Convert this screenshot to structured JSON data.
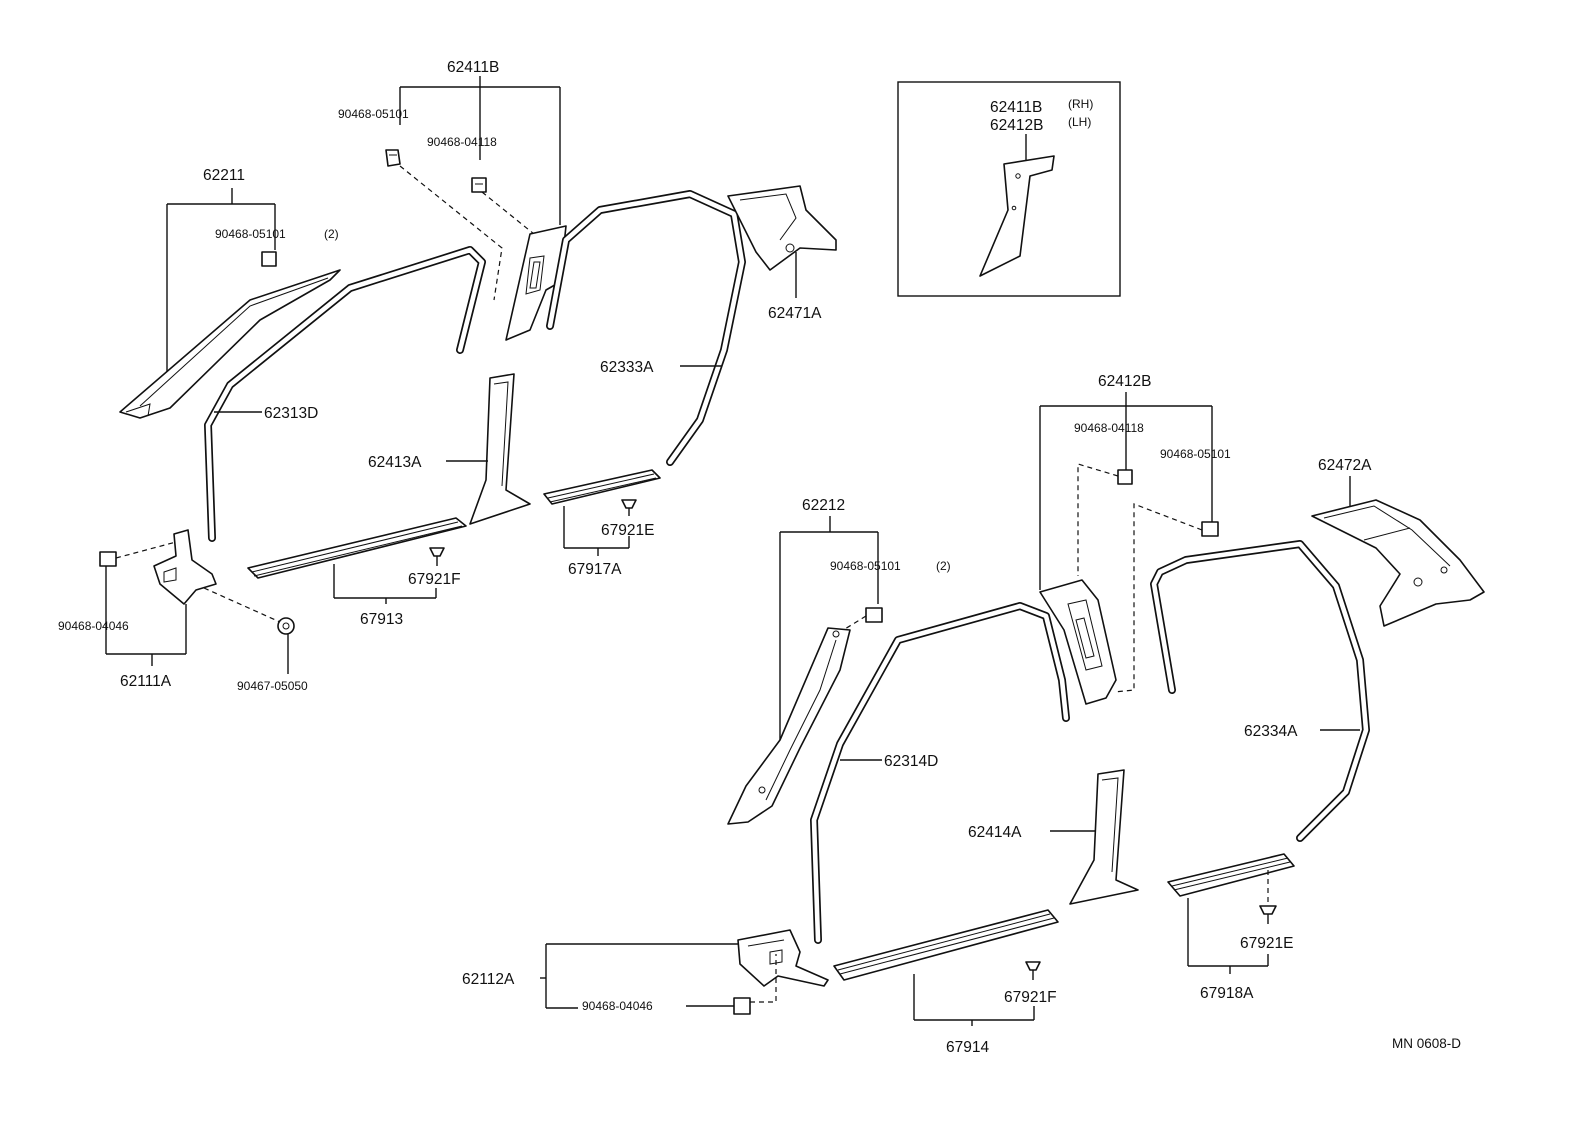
{
  "labels": {
    "p62411B_top": "62411B",
    "p90468_05101_top": "90468-05101",
    "p90468_04118_top": "90468-04118",
    "p62211": "62211",
    "p90468_05101_2_left": "90468-05101",
    "qty_2_left": "(2)",
    "p62313D": "62313D",
    "p62333A": "62333A",
    "p62471A": "62471A",
    "p62413A": "62413A",
    "p67921E_left": "67921E",
    "p67917A": "67917A",
    "p67921F_left": "67921F",
    "p67913": "67913",
    "p90468_04046_left": "90468-04046",
    "p62111A": "62111A",
    "p90467_05050": "90467-05050",
    "inset_p62411B": "62411B",
    "inset_rh": "(RH)",
    "inset_p62412B": "62412B",
    "inset_lh": "(LH)",
    "p62412B": "62412B",
    "p90468_04118_right": "90468-04118",
    "p90468_05101_right": "90468-05101",
    "p62472A": "62472A",
    "p62212": "62212",
    "p90468_05101_2_right": "90468-05101",
    "qty_2_right": "(2)",
    "p62314D": "62314D",
    "p62334A": "62334A",
    "p62414A": "62414A",
    "p62112A": "62112A",
    "p90468_04046_right": "90468-04046",
    "p67921F_right": "67921F",
    "p67914": "67914",
    "p67921E_right": "67921E",
    "p67918A": "67918A",
    "ref_code": "MN 0608-D"
  }
}
